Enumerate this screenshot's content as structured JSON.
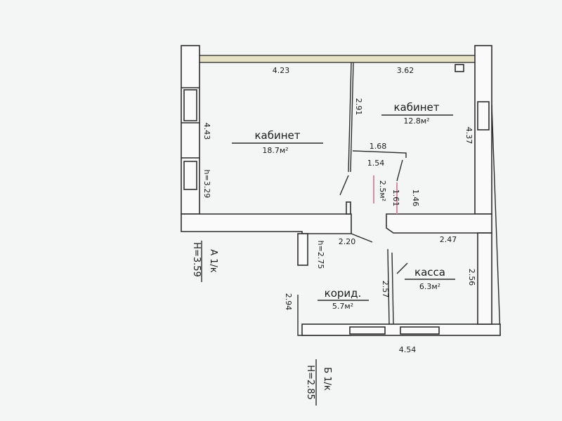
{
  "rooms": {
    "office_left": {
      "name": "кабинет",
      "area": "18.7м²"
    },
    "office_right": {
      "name": "кабинет",
      "area": "12.8м²"
    },
    "cashier": {
      "name": "касса",
      "area": "6.3м²"
    },
    "corridor": {
      "name": "корид.",
      "area": "5.7м²"
    },
    "closet_area": "2.5м²"
  },
  "dimensions": {
    "top_left": "4.23",
    "top_right": "3.62",
    "left_inner": "4.43",
    "left_height": "h=3.29",
    "partition_vertical": "2.91",
    "right_side": "4.37",
    "closet_top": "1.68",
    "closet_width": "1.54",
    "closet_height_a": "1.61",
    "closet_height_b": "1.46",
    "corridor_top": "2.20",
    "corridor_height": "h=2.75",
    "cashier_top": "2.47",
    "cashier_right": "2.56",
    "cashier_left": "2.57",
    "corridor_left": "2.94",
    "bottom": "4.54"
  },
  "stamps": {
    "a_label": "А 1/к",
    "a_height": "Н=3.59",
    "b_label": "Б 1/к",
    "b_height": "Н=2.85"
  }
}
